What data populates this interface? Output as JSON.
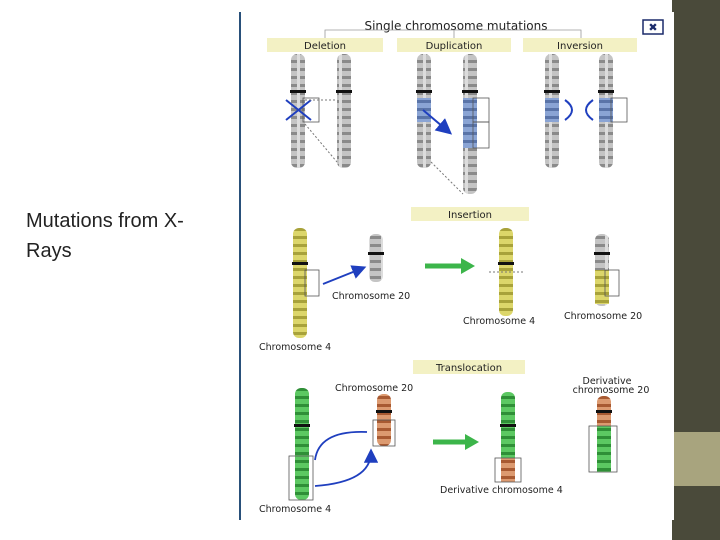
{
  "slide": {
    "caption": "Mutations from X-Rays"
  },
  "figure": {
    "title": "Single chromosome mutations",
    "tabs": [
      "Deletion",
      "Duplication",
      "Inversion"
    ],
    "close_glyph": "✖",
    "insertion": {
      "header": "Insertion",
      "chromosome_20_left": "Chromosome 20",
      "chromosome_4_left": "Chromosome 4",
      "chromosome_4_result": "Chromosome 4",
      "chromosome_20_result": "Chromosome 20"
    },
    "translocation": {
      "header": "Translocation",
      "chromosome_20": "Chromosome 20",
      "chromosome_4": "Chromosome 4",
      "derivative_20_line1": "Derivative",
      "derivative_20_line2": "chromosome 20",
      "derivative_4": "Derivative chromosome 4"
    }
  },
  "colors": {
    "accent_band": "#4a4a3a",
    "accent_block": "#a8a47e",
    "tab_bg": "#f3f1c4",
    "chromosome_gray": "#b9b9b9",
    "highlight_blue": "#7a96c8",
    "chromosome_yellow": "#d8d25a",
    "chromosome_green": "#4fbe56",
    "chromosome_orange": "#d58a5e",
    "arrow_blue": "#1f3fbf",
    "arrow_green": "#3cb54a"
  }
}
